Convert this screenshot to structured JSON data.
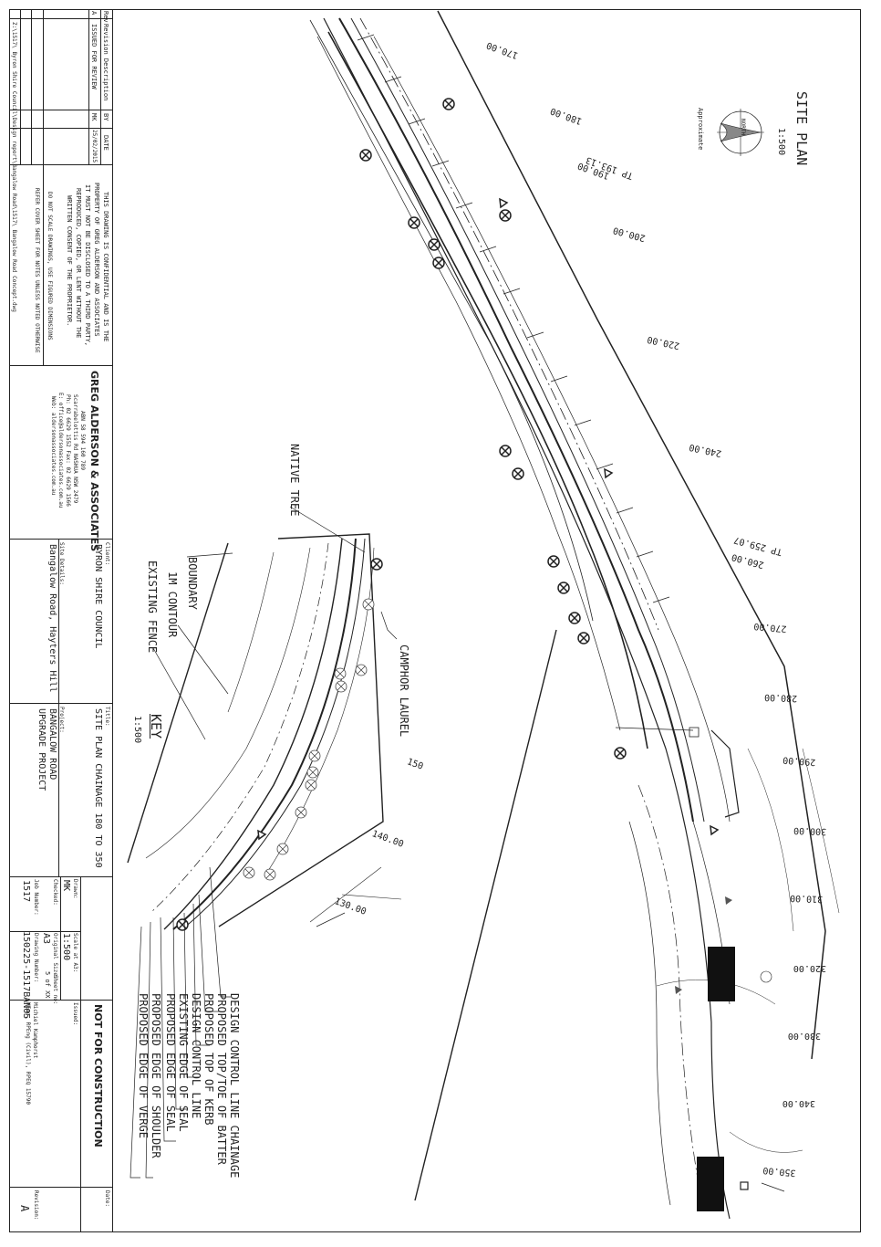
{
  "revision_table": {
    "headers": {
      "rev": "Rev",
      "desc": "Revision Description",
      "by": "BY",
      "date": "DATE"
    },
    "rows": [
      {
        "rev": "A",
        "desc": "ISSUED FOR REVIEW",
        "by": "MK",
        "date": "25/02/2015"
      }
    ]
  },
  "file_path": "Z:\\1517\\ Byron Shire Council\\Design report\\Bangalow Road\\1517\\ Bangalow Road Concept.dwg",
  "notice": {
    "line1": "THIS DRAWING IS CONFIDENTIAL AND IS THE",
    "line2": "PROPERTY OF GREG ALDERSON AND ASSOCIATES",
    "line3": "IT MUST NOT BE DISCLOSED TO A THIRD PARTY,",
    "line4": "REPRODUCED, COPIED, OR LENT WITHOUT THE",
    "line5": "WRITTEN CONSENT OF THE PROPRIETOR.",
    "scale_note": "DO NOT SCALE DRAWINGS, USE FIGURED DIMENSIONS",
    "refer_note": "REFER COVER SHEET FOR NOTES UNLESS NOTED OTHERWISE"
  },
  "company": {
    "name": "GREG ALDERSON & ASSOCIATES",
    "abn": "ABN 58 594 160 789",
    "address": "Scarrabelottis Rd NASHUA NSW 2479",
    "phone": "Ph: 02 6629 1552  Fax: 02 6629 1566",
    "email": "E: office@aldersonassociates.com.au",
    "web": "Web: aldersonassociates.com.au"
  },
  "client": {
    "label": "Client:",
    "value": "BYRON SHIRE COUNCIL"
  },
  "site": {
    "label": "Site Details:",
    "value": "Bangalow Road, Hayters Hill"
  },
  "project": {
    "label": "Project:",
    "line1": "BANGALOW ROAD",
    "line2": "UPGRADE PROJECT"
  },
  "title": {
    "label": "Title:",
    "value": "SITE PLAN CHAINAGE 180 TO 350"
  },
  "meta": {
    "drawn_label": "Drawn:",
    "drawn": "MK",
    "checked_label": "Checked:",
    "scale_label": "Scale at A3:",
    "scale": "1:500",
    "size_label": "Original Size:",
    "size": "A3",
    "sheet_label": "Sheet no:",
    "sheet": "5 of XX",
    "job_label": "Job Number:",
    "job": "1517",
    "dwg_label": "Drawing Number:",
    "dwg": "150225-1517BAN05"
  },
  "issued": {
    "label": "Issued:",
    "status": "NOT FOR CONSTRUCTION",
    "engineer": "Michiel Kamphorst",
    "quals": "MEng, RPEng (Civil), RPEQ 15790"
  },
  "date_label": "Date:",
  "revision_label": "Revision:",
  "revision": "A",
  "plan": {
    "title": "SITE PLAN",
    "scale": "1:500",
    "north": "NORTH",
    "approx": "Approximate",
    "key_title": "KEY",
    "key_scale": "1:500",
    "labels": {
      "native_tree": "NATIVE TREE",
      "camphor": "CAMPHOR LAUREL",
      "boundary": "BOUNDARY",
      "contour": "1M CONTOUR",
      "fence": "EXISTING FENCE"
    },
    "legend": [
      "DESIGN CONTROL LINE CHAINAGE",
      "PROPOSED TOP/TOE OF BATTER",
      "PROPOSED TOP OF KERB",
      "DESIGN CONTROL LINE",
      "EXISTING EDGE OF SEAL",
      "PROPOSED EDGE OF SEAL",
      "PROPOSED EDGE OF SHOULDER",
      "PROPOSED EDGE OF VERGE"
    ],
    "chainages": [
      "170.00",
      "180.00",
      "190.00",
      "200.00",
      "220.00",
      "240.00",
      "260.00",
      "270.00",
      "280.00",
      "290.00",
      "300.00",
      "310.00",
      "320.00",
      "330.00",
      "340.00",
      "350.00"
    ],
    "tp1": "TP 193.13",
    "tp2": "TP 259.07",
    "key_ch": [
      "150",
      "140.00",
      "130.00"
    ]
  }
}
